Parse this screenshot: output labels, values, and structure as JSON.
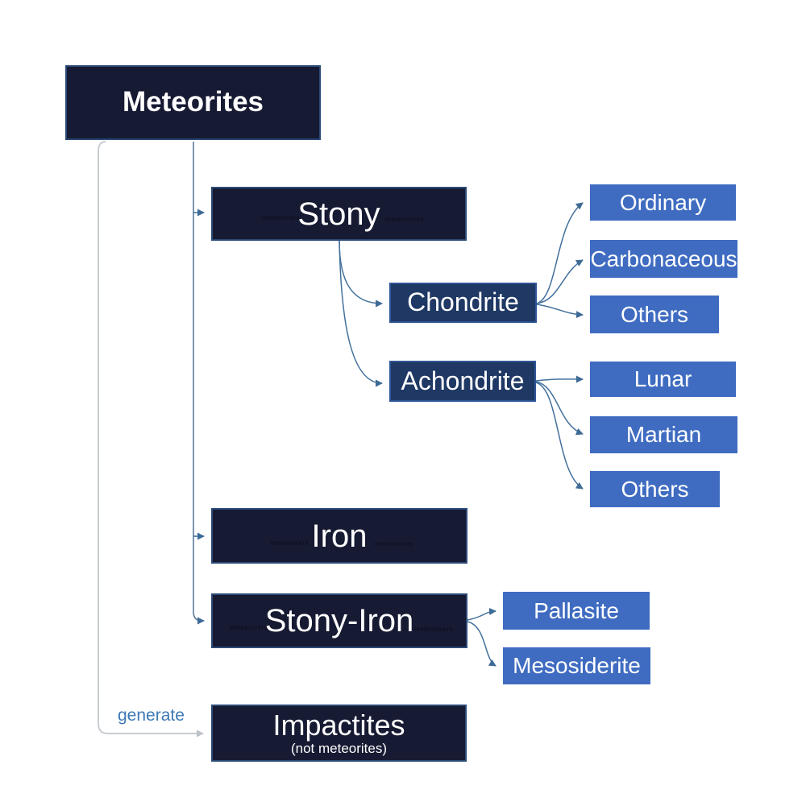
{
  "diagram": {
    "nodes": {
      "meteorites": {
        "label": "Meteorites"
      },
      "stony": {
        "label": "Stony"
      },
      "iron": {
        "label": "Iron"
      },
      "stony_iron": {
        "label": "Stony-Iron"
      },
      "impactites": {
        "label": "Impactites",
        "sublabel": "(not meteorites)"
      },
      "chondrite": {
        "label": "Chondrite"
      },
      "achondrite": {
        "label": "Achondrite"
      },
      "ordinary": {
        "label": "Ordinary"
      },
      "carbonaceous": {
        "label": "Carbonaceous"
      },
      "others_chondrite": {
        "label": "Others"
      },
      "lunar": {
        "label": "Lunar"
      },
      "martian": {
        "label": "Martian"
      },
      "others_achondrite": {
        "label": "Others"
      },
      "pallasite": {
        "label": "Pallasite"
      },
      "mesosiderite": {
        "label": "Mesosiderite"
      }
    },
    "edge_label": "generate",
    "watermark": "meteolovers",
    "colors": {
      "background": "#FFFFFF",
      "dark_box": "#161A33",
      "dark_box_border": "#2C4A76",
      "mid_box": "#1F3864",
      "mid_box_border": "#2E5596",
      "leaf_box": "#3F6CC1",
      "connector_blue": "#44719C",
      "connector_gray": "#C9CDD2",
      "edge_label_color": "#3E78B5",
      "text": "#FFFFFF"
    }
  }
}
